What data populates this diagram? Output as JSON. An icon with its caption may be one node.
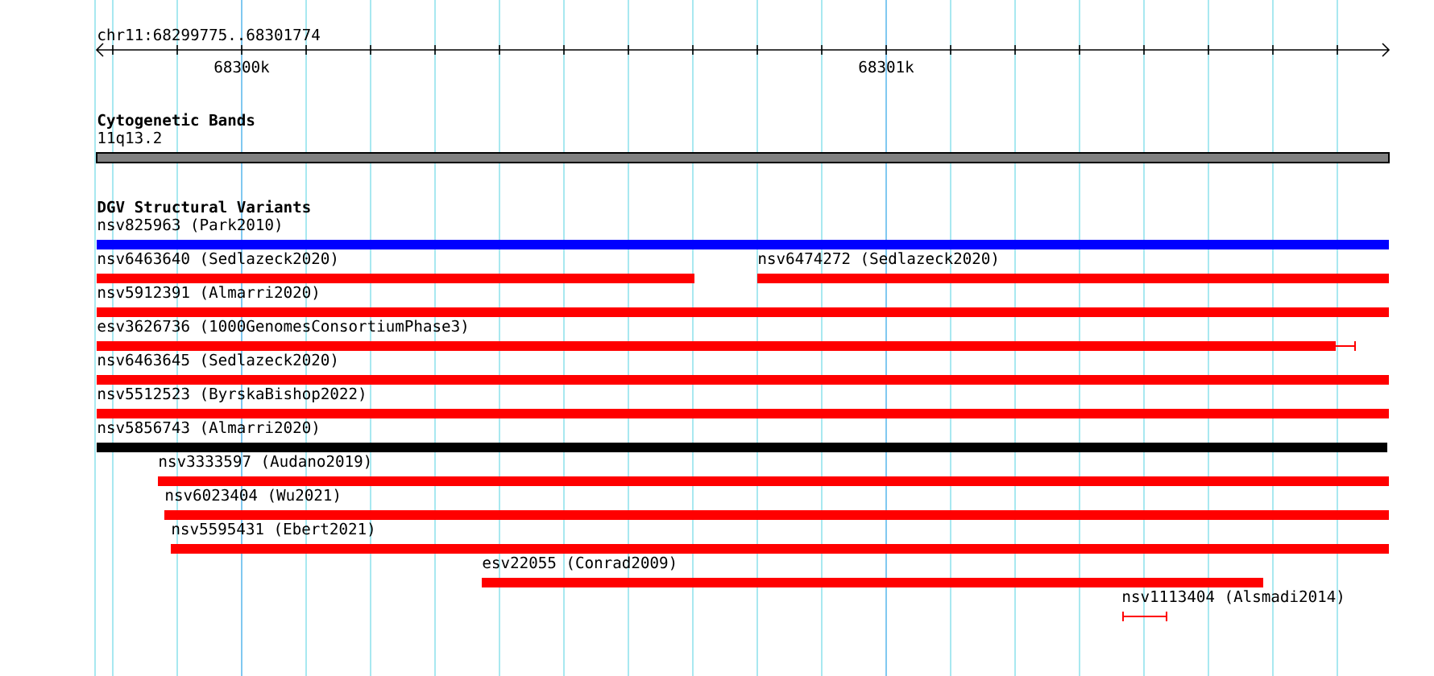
{
  "diagram": {
    "title": "chr11:68299775..68301774",
    "nodes": [
      {
        "text": [
          "11q13.2"
        ]
      },
      {
        "text": [
          "nsv825963 (Park2010)"
        ]
      },
      {
        "text": [
          "nsv6463640 (Sedlazeck2020)"
        ]
      },
      {
        "text": [
          "nsv6474272 (Sedlazeck2020)"
        ]
      },
      {
        "text": [
          "nsv5912391 (Almarri2020)"
        ]
      },
      {
        "text": [
          "esv3626736 (1000GenomesConsortiumPhase3)"
        ]
      },
      {
        "text": [
          "nsv6463645 (Sedlazeck2020)"
        ]
      },
      {
        "text": [
          "nsv5512523 (ByrskaBishop2022)"
        ]
      },
      {
        "text": [
          "nsv5856743 (Almarri2020)"
        ]
      },
      {
        "text": [
          "nsv3333597 (Audano2019)"
        ]
      },
      {
        "text": [
          "nsv6023404 (Wu2021)"
        ]
      },
      {
        "text": [
          "nsv5595431 (Ebert2021)"
        ]
      },
      {
        "text": [
          "esv22055 (Conrad2009)"
        ]
      },
      {
        "text": [
          "nsv1113404 (Alsmadi2014)"
        ]
      }
    ],
    "labels": [
      "68300k",
      "68301k",
      "Cytogenetic Bands",
      "DGV Structural Variants"
    ]
  }
}
